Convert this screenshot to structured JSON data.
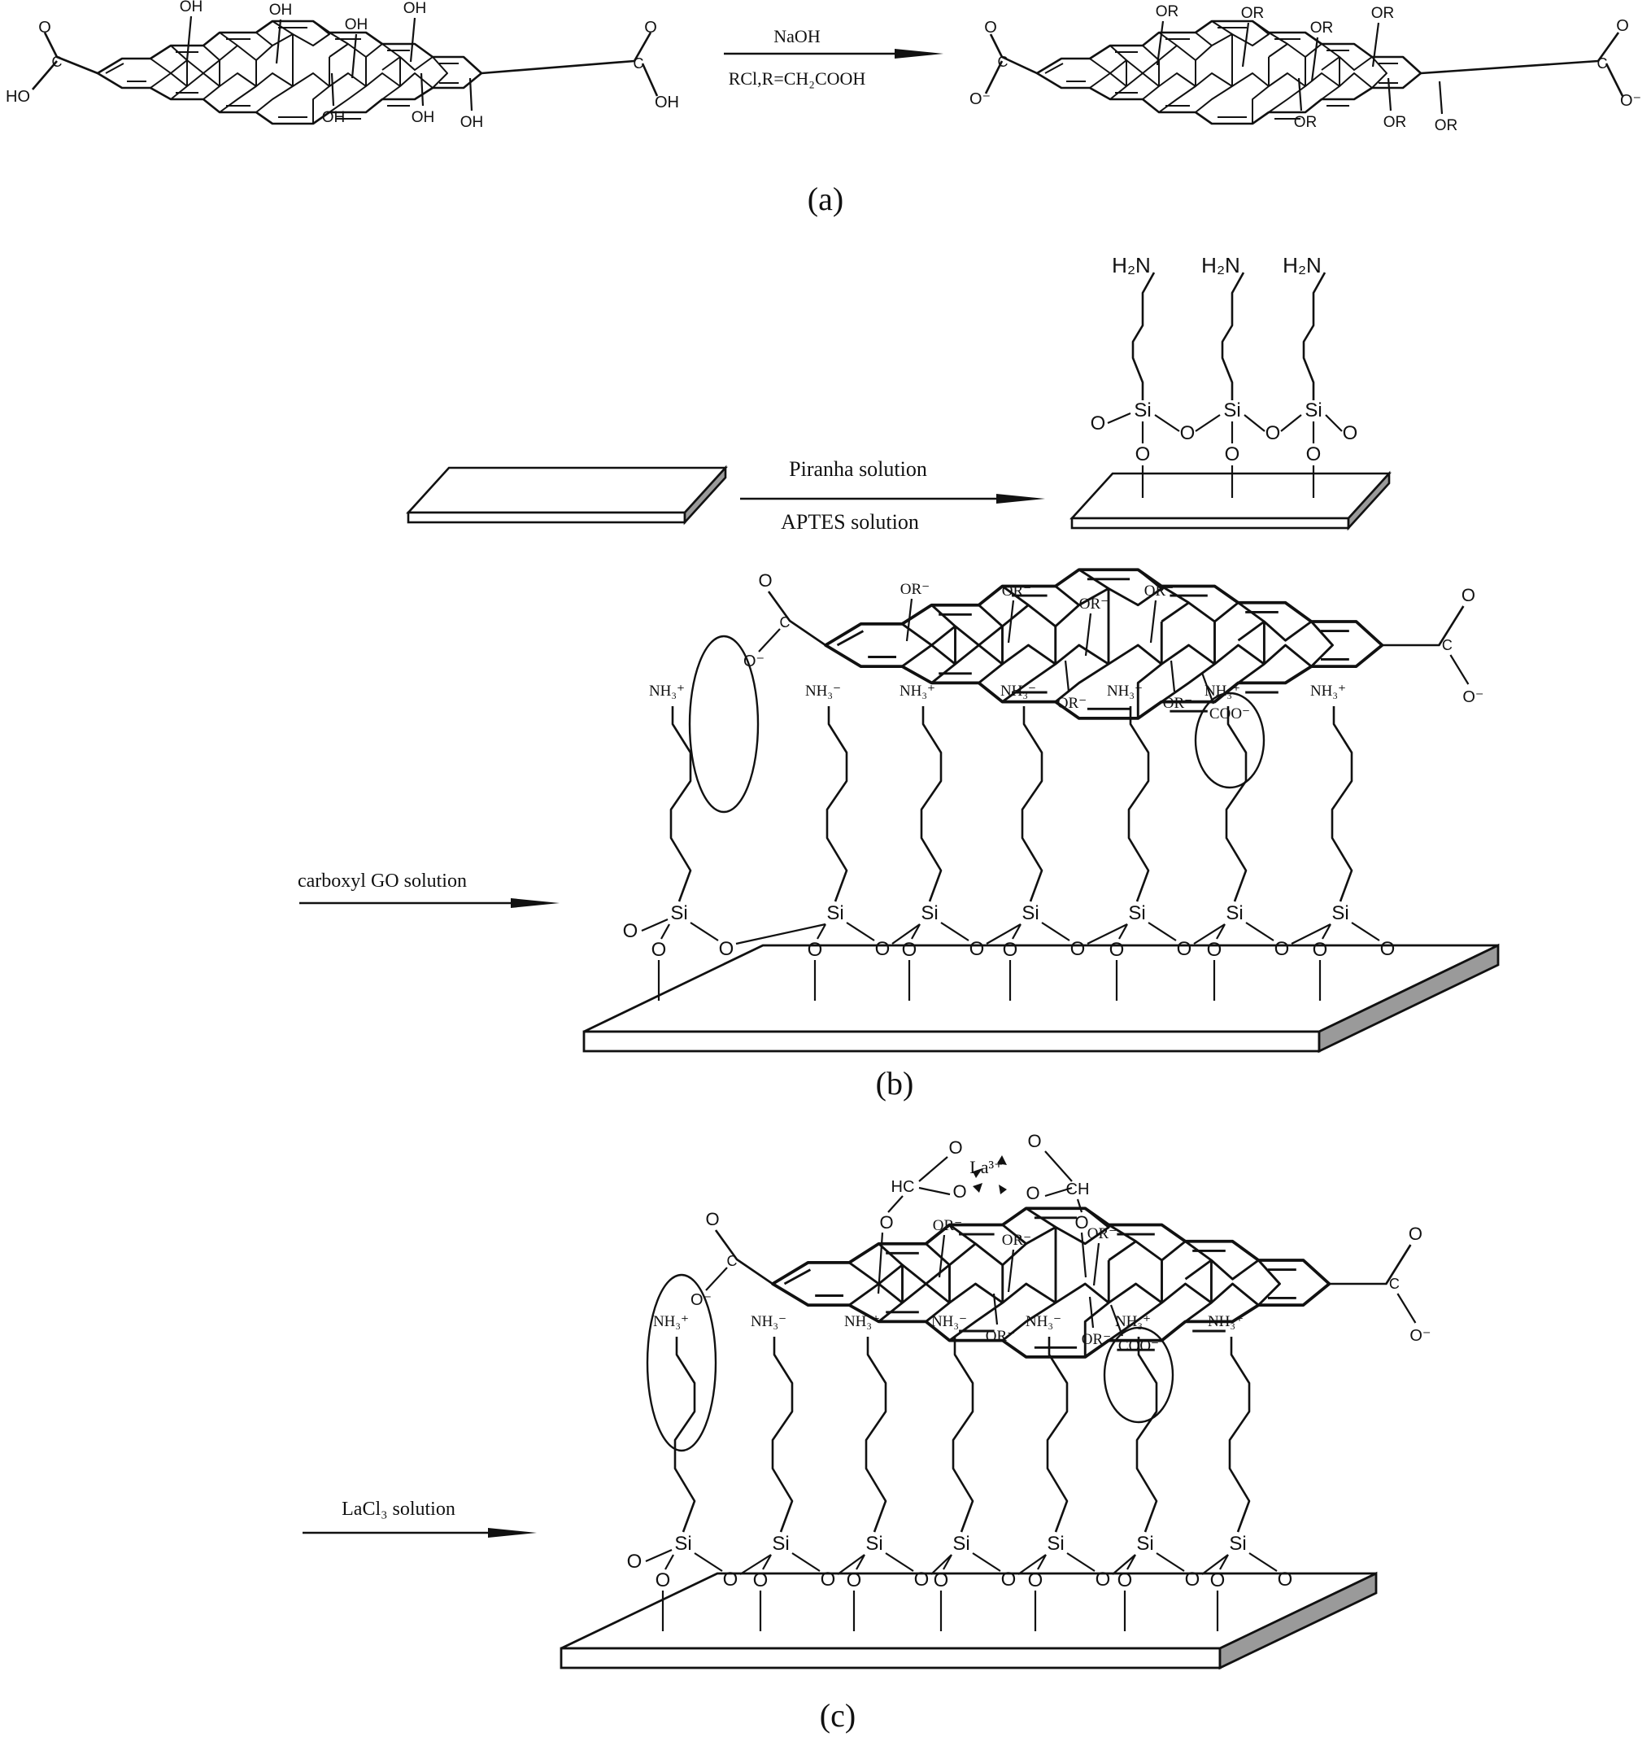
{
  "panel_a": {
    "label": "(a)",
    "reagent_top": "NaOH",
    "reagent_bottom": "RCl,R=CH₂COOH",
    "left_hydroxyl_label": "OH",
    "left_acid_label": "HO",
    "left_carbonyl_atom": "C",
    "oxygen_atom": "O",
    "right_substituent_label": "OR",
    "right_carboxylate_label": "O⁻"
  },
  "panel_b": {
    "label": "(b)",
    "step1_top": "Piranha solution",
    "step1_bottom": "APTES solution",
    "amine_label": "H₂N",
    "silicon_label": "Si",
    "oxygen_label": "O",
    "step2_label": "carboxyl GO solution",
    "ammonium_label": "NH₃⁺",
    "ammonium_label_alt": "NH₃⁻",
    "or_label": "OR⁻",
    "coo_label": "COO⁻",
    "carboxylate_o": "O⁻",
    "carbonyl_c": "C"
  },
  "panel_c": {
    "label": "(c)",
    "step_label": "LaCl₃ solution",
    "lanthanum_label": "La³⁺",
    "hc_label": "HC",
    "ch_label": "CH",
    "oxygen_label": "O",
    "silicon_label": "Si",
    "ammonium_label": "NH₃⁺",
    "ammonium_label_alt": "NH₃⁻",
    "or_label": "OR⁻",
    "coo_label": "COO⁻",
    "carboxylate_o": "O⁻",
    "carbonyl_c": "C"
  }
}
